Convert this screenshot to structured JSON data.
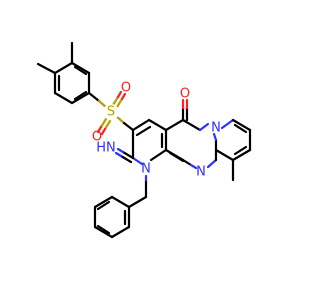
{
  "structure": {
    "colors": {
      "carbon": "#000000",
      "nitrogen": "#3030ff",
      "oxygen": "#ff2020",
      "sulfur": "#b8a000",
      "background": "#ffffff"
    },
    "atom_labels": {
      "sulfur": "S",
      "sulfonyl_oxygen_top": "O",
      "sulfonyl_oxygen_bottom": "O",
      "carbonyl_oxygen": "O",
      "imine_nh": "HN",
      "ring_n_benzyl": "N",
      "ring_n_bridge": "N",
      "ring_n_pyrido": "N"
    }
  }
}
